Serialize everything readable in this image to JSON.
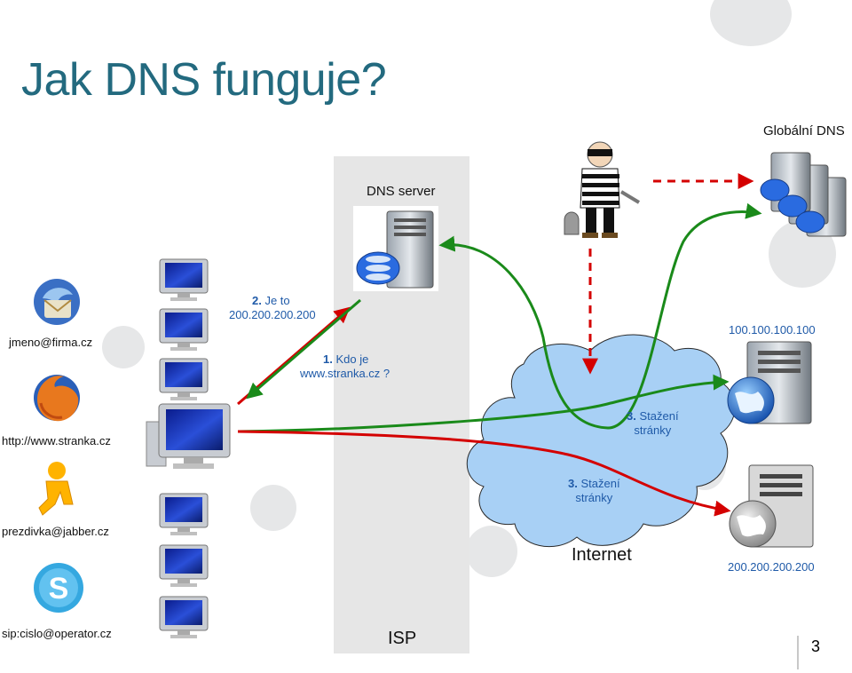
{
  "title": "Jak DNS funguje?",
  "labels": {
    "global_dns": "Globální DNS",
    "dns_server": "DNS server",
    "isp": "ISP",
    "internet": "Internet",
    "ip_top": "100.100.100.100",
    "ip_bottom": "200.200.200.200",
    "client_email": "jmeno@firma.cz",
    "client_web": "http://www.stranka.cz",
    "client_jabber": "prezdivka@jabber.cz",
    "client_sip": "sip:cislo@operator.cz"
  },
  "steps": {
    "step1_num": "1.",
    "step1_text": "Kdo je",
    "step1_text2": "www.stranka.cz ?",
    "step2_num": "2.",
    "step2_text": "Je to",
    "step2_ip": "200.200.200.200",
    "step3a_num": "3.",
    "step3a_text": "Stažení",
    "step3a_text2": "stránky",
    "step3b_num": "3.",
    "step3b_text": "Stažení",
    "step3b_text2": "stránky"
  },
  "slide_number": "3",
  "icons": {
    "email_client": "thunderbird-icon",
    "browser": "firefox-icon",
    "jabber": "jabber-icon",
    "skype": "skype-icon",
    "computer": "computer-icon",
    "dns_server": "database-server-icon",
    "global_dns": "database-server-cluster-icon",
    "web_server_top": "web-server-icon",
    "web_server_bottom": "web-server-icon",
    "attacker": "burglar-icon"
  },
  "colors": {
    "title": "#236a7f",
    "arrow_green": "#1a8a1a",
    "arrow_red": "#d40000",
    "cloud": "#a8d0f5",
    "label_blue": "#1f5aa8"
  }
}
